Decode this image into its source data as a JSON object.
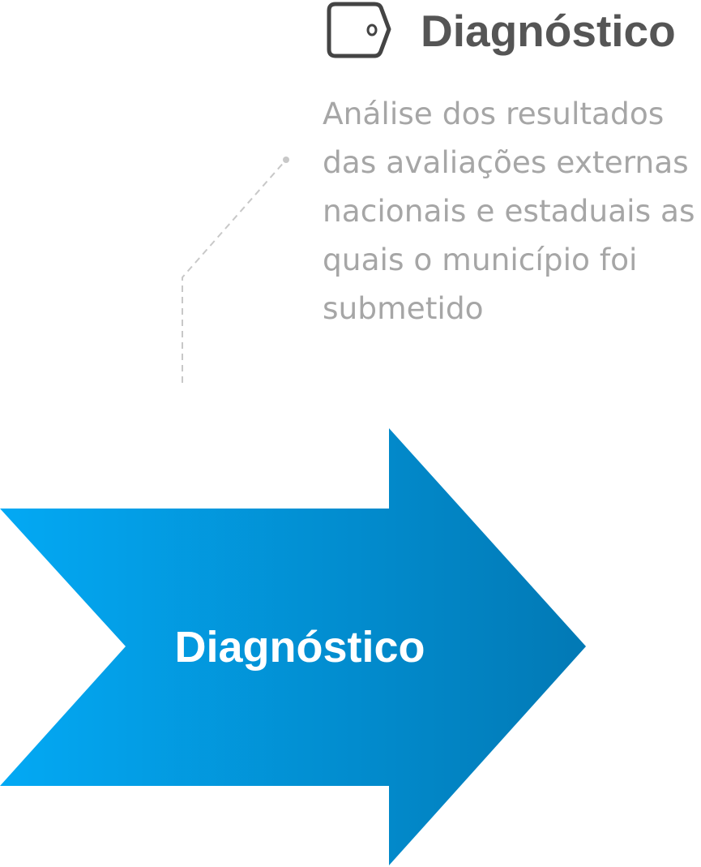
{
  "header": {
    "icon": "tag-icon",
    "title": "Diagnóstico"
  },
  "description": "Análise dos resultados das avaliações externas nacionais e estaduais as quais o município foi submetido",
  "arrow": {
    "label": "Diagnóstico",
    "gradient_start": "#03a9f4",
    "gradient_end": "#0279b5"
  }
}
